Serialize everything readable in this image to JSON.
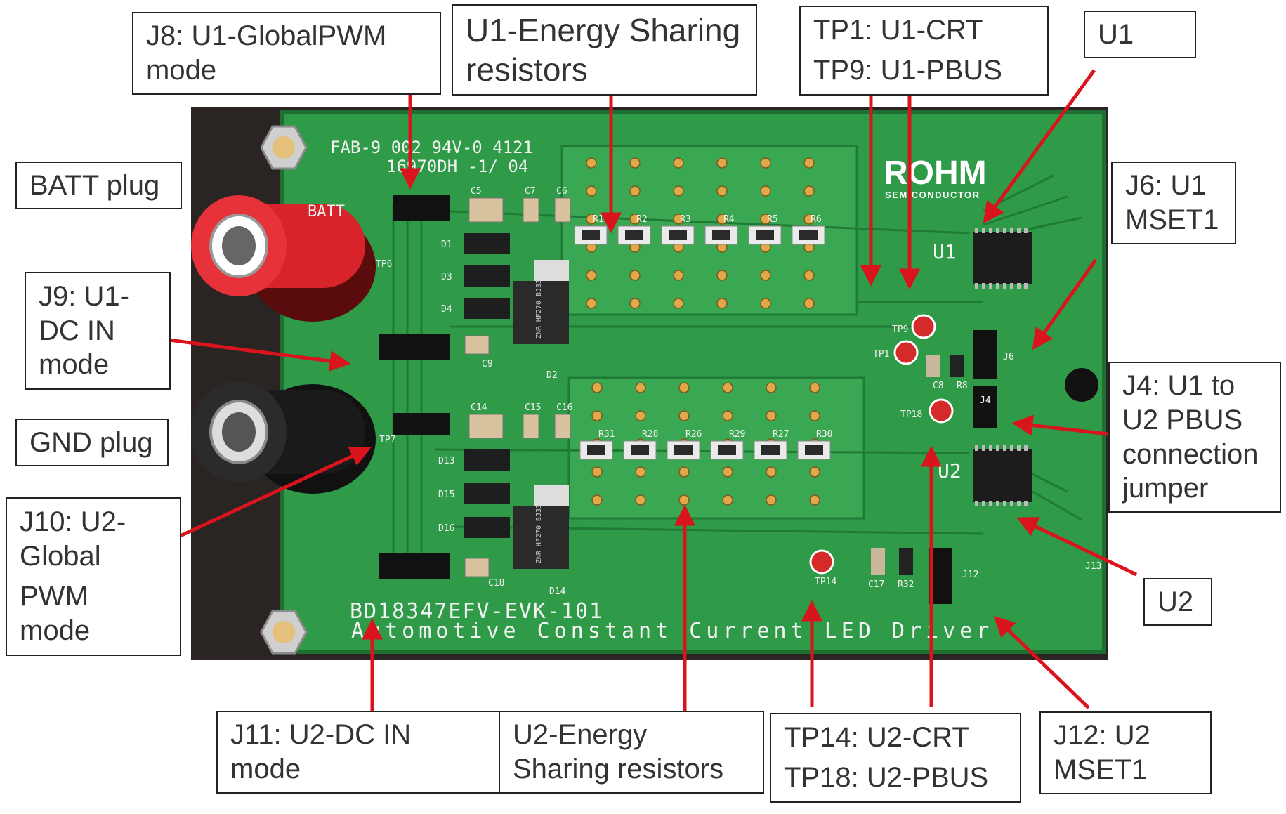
{
  "colors": {
    "pcb_green": "#2f9a47",
    "pcb_dark_green": "#1f7a35",
    "arrow_red": "#d9141c",
    "background": "#ffffff"
  },
  "callouts": {
    "j8": [
      "J8: U1-GlobalPWM",
      "mode"
    ],
    "u1_energy": [
      "U1-Energy Sharing",
      "resistors"
    ],
    "tp1_tp9": [
      "TP1: U1-CRT",
      "TP9: U1-PBUS"
    ],
    "u1": [
      "U1"
    ],
    "batt_plug": [
      "BATT plug"
    ],
    "j6": [
      "J6: U1",
      "MSET1"
    ],
    "j9": [
      "J9: U1-",
      "DC IN",
      "mode"
    ],
    "j4": [
      "J4: U1 to",
      "U2 PBUS",
      "connection",
      "jumper"
    ],
    "gnd_plug": [
      "GND plug"
    ],
    "j10": [
      "J10: U2-",
      "Global",
      "PWM",
      "mode"
    ],
    "u2": [
      "U2"
    ],
    "j11": [
      "J11: U2-DC IN",
      "mode"
    ],
    "u2_energy": [
      "U2-Energy",
      "Sharing resistors"
    ],
    "tp14_tp18": [
      "TP14: U2-CRT",
      "TP18: U2-PBUS"
    ],
    "j12": [
      "J12: U2",
      "MSET1"
    ]
  },
  "board": {
    "fab_line1": "FAB-9 002 94V-0 4121",
    "fab_line2": "16970DH -1/ 04",
    "brand": "ROHM",
    "brand_sub": "SEMICONDUCTOR",
    "model": "BD18347EFV-EVK-101",
    "description": "Automotive Constant Current LED Driver",
    "batt_silk": "BATT",
    "tp6": "TP6",
    "tp7": "TP7",
    "u1_silk": "U1",
    "u2_silk": "U2",
    "d2": "D2",
    "d14": "D14",
    "tp9": "TP9",
    "tp1": "TP1",
    "tp18": "TP18",
    "tp14": "TP14",
    "c8": "C8",
    "r8": "R8",
    "j6_silk": "J6",
    "j4_silk": "J4",
    "j12_silk": "J12",
    "j13_silk": "J13",
    "c17": "C17",
    "r32": "R32",
    "top_resistors": [
      "R1",
      "R2",
      "R3",
      "R4",
      "R5",
      "R6"
    ],
    "bottom_resistors": [
      "R31",
      "R28",
      "R26",
      "R29",
      "R27",
      "R30"
    ],
    "top_caps": [
      "C5",
      "C7",
      "C6"
    ],
    "bottom_caps": [
      "C14",
      "C15",
      "C16"
    ],
    "top_diodes": [
      "D1",
      "D3",
      "D4"
    ],
    "bottom_diodes": [
      "D13",
      "D15",
      "D16"
    ],
    "c9": "C9",
    "c18": "C18",
    "chip_marking": "ZNR HF270 BJ33"
  }
}
